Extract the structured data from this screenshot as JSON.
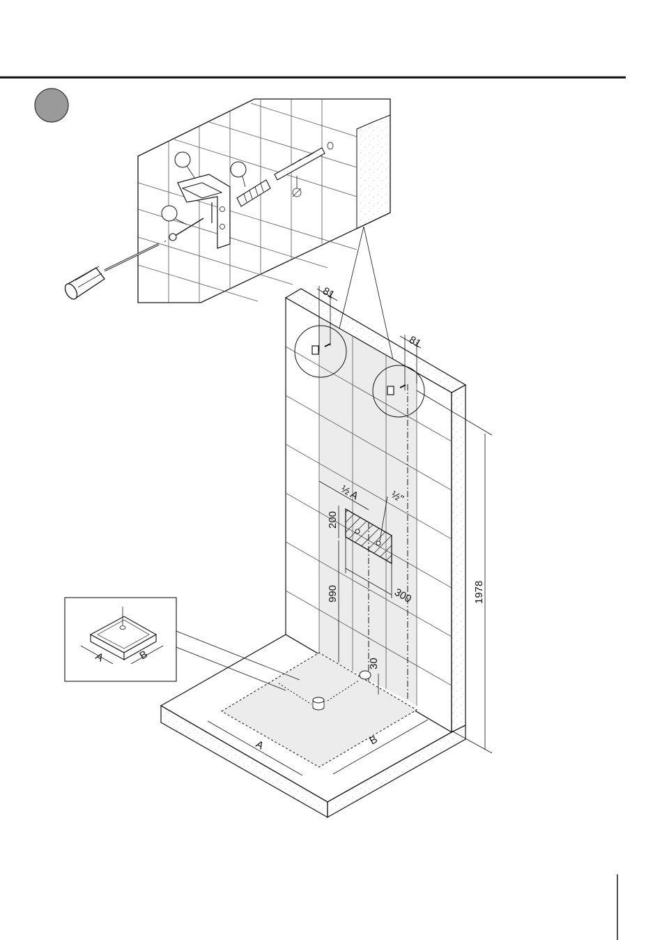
{
  "colors": {
    "line": "#111111",
    "step_badge": "#9a9a9a",
    "wall_shade": "#ececec",
    "concrete": "#f4f4f4"
  },
  "dimensions": {
    "bracket_offset_left": "81",
    "bracket_offset_right": "81",
    "half_a": "½ A",
    "pipe_size": "½\"",
    "recess_height": "200",
    "recess_width": "300",
    "valve_height": "990",
    "total_height": "1978",
    "drain_offset": "30",
    "tray_a": "A",
    "tray_b": "B"
  },
  "inset": {
    "label_a": "A",
    "label_b": "B"
  },
  "icons": {
    "step_badge": "gray-circle",
    "tool": "screwdriver-icon",
    "drill": "drill-bit-icon",
    "diameter": "diameter-symbol"
  }
}
